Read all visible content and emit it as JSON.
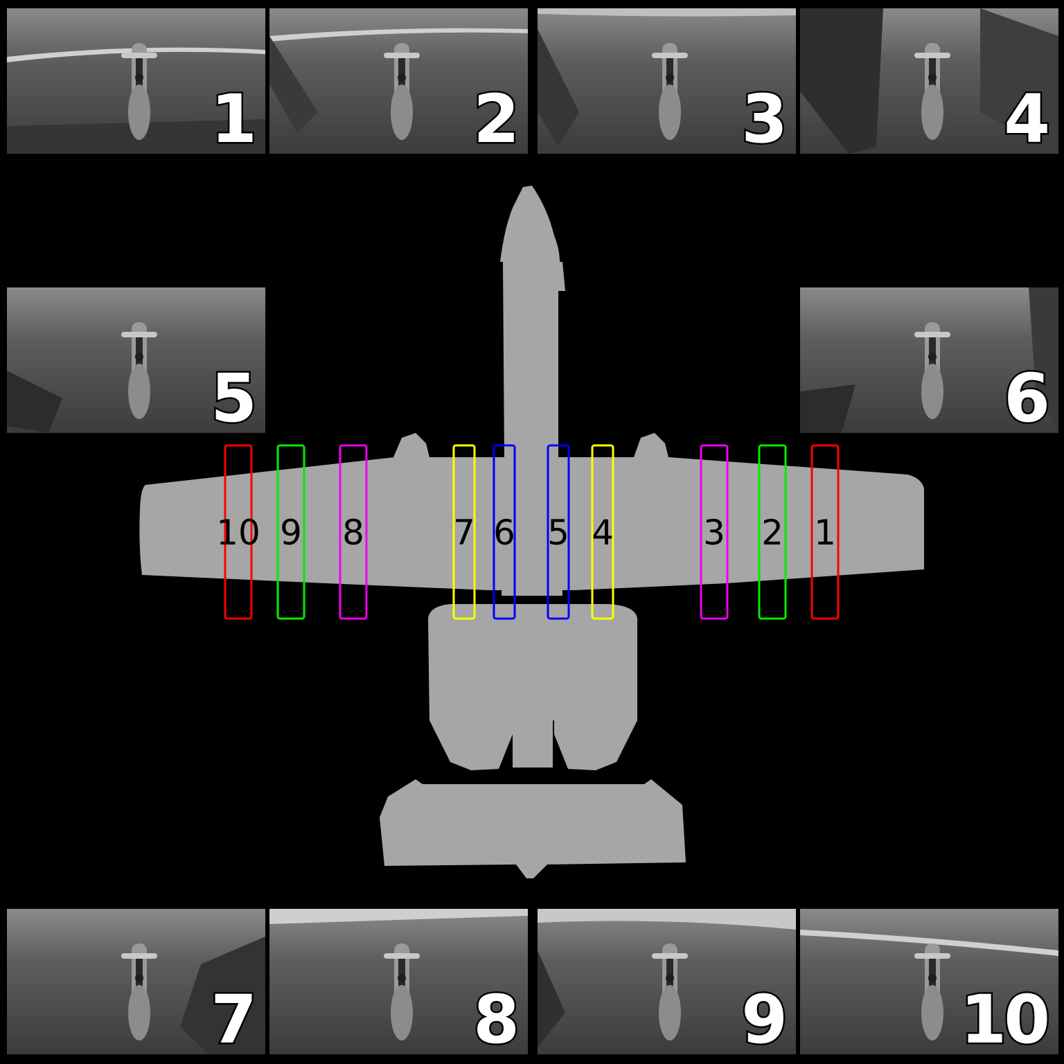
{
  "panels": [
    {
      "label": "1"
    },
    {
      "label": "2"
    },
    {
      "label": "3"
    },
    {
      "label": "4"
    },
    {
      "label": "5"
    },
    {
      "label": "6"
    },
    {
      "label": "7"
    },
    {
      "label": "8"
    },
    {
      "label": "9"
    },
    {
      "label": "10"
    }
  ],
  "stations": [
    {
      "label": "10",
      "color": "#ff0000"
    },
    {
      "label": "9",
      "color": "#00ee00"
    },
    {
      "label": "8",
      "color": "#ee00ee"
    },
    {
      "label": "7",
      "color": "#ffff00"
    },
    {
      "label": "6",
      "color": "#0000ff"
    },
    {
      "label": "5",
      "color": "#0000ff"
    },
    {
      "label": "4",
      "color": "#ffff00"
    },
    {
      "label": "3",
      "color": "#ee00ee"
    },
    {
      "label": "2",
      "color": "#00ee00"
    },
    {
      "label": "1",
      "color": "#ff0000"
    }
  ],
  "colors": {
    "background": "#000000",
    "aircraft_silhouette": "#a6a6a6",
    "panel_photo": "#4d4d4d"
  }
}
